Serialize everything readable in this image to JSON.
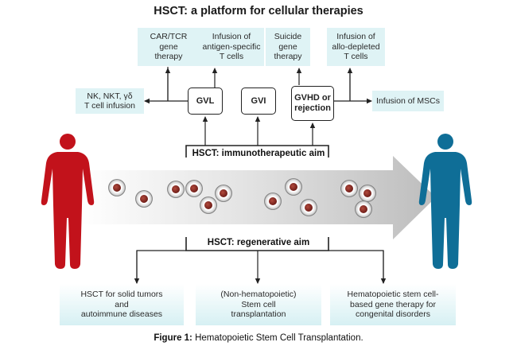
{
  "title": "HSCT: a platform for cellular therapies",
  "top_boxes": {
    "car_tcr": "CAR/TCR\ngene\ntherapy",
    "antigen": "Infusion of\nantigen-specific\nT cells",
    "suicide": "Suicide\ngene\ntherapy",
    "allo": "Infusion of\nallo-depleted\nT cells"
  },
  "side_boxes": {
    "nk": "NK, NKT, γδ\nT cell infusion",
    "msc": "Infusion of MSCs"
  },
  "nodes": {
    "gvl": "GVL",
    "gvi": "GVI",
    "gvhd": "GVHD or\nrejection"
  },
  "aims": {
    "immuno": "HSCT: immunotherapeutic aim",
    "regen": "HSCT: regenerative aim"
  },
  "bottom_boxes": {
    "solid": "HSCT for solid tumors\nand\nautoimmune diseases",
    "nonhema": "(Non-hematopoietic)\nStem cell\ntransplantation",
    "gene": "Hematopoietic stem cell-\nbased gene therapy for\ncongenital disorders"
  },
  "caption": {
    "label": "Figure 1:",
    "text": " Hematopoietic Stem Cell Transplantation."
  },
  "colors": {
    "donor_figure": "#c2121b",
    "recipient_figure": "#0f6e97",
    "box_fill": "#dff3f5",
    "cell_nucleus": "#8a2a22"
  },
  "icons": [
    "donor-human-figure",
    "recipient-human-figure",
    "stem-cell-icon"
  ]
}
